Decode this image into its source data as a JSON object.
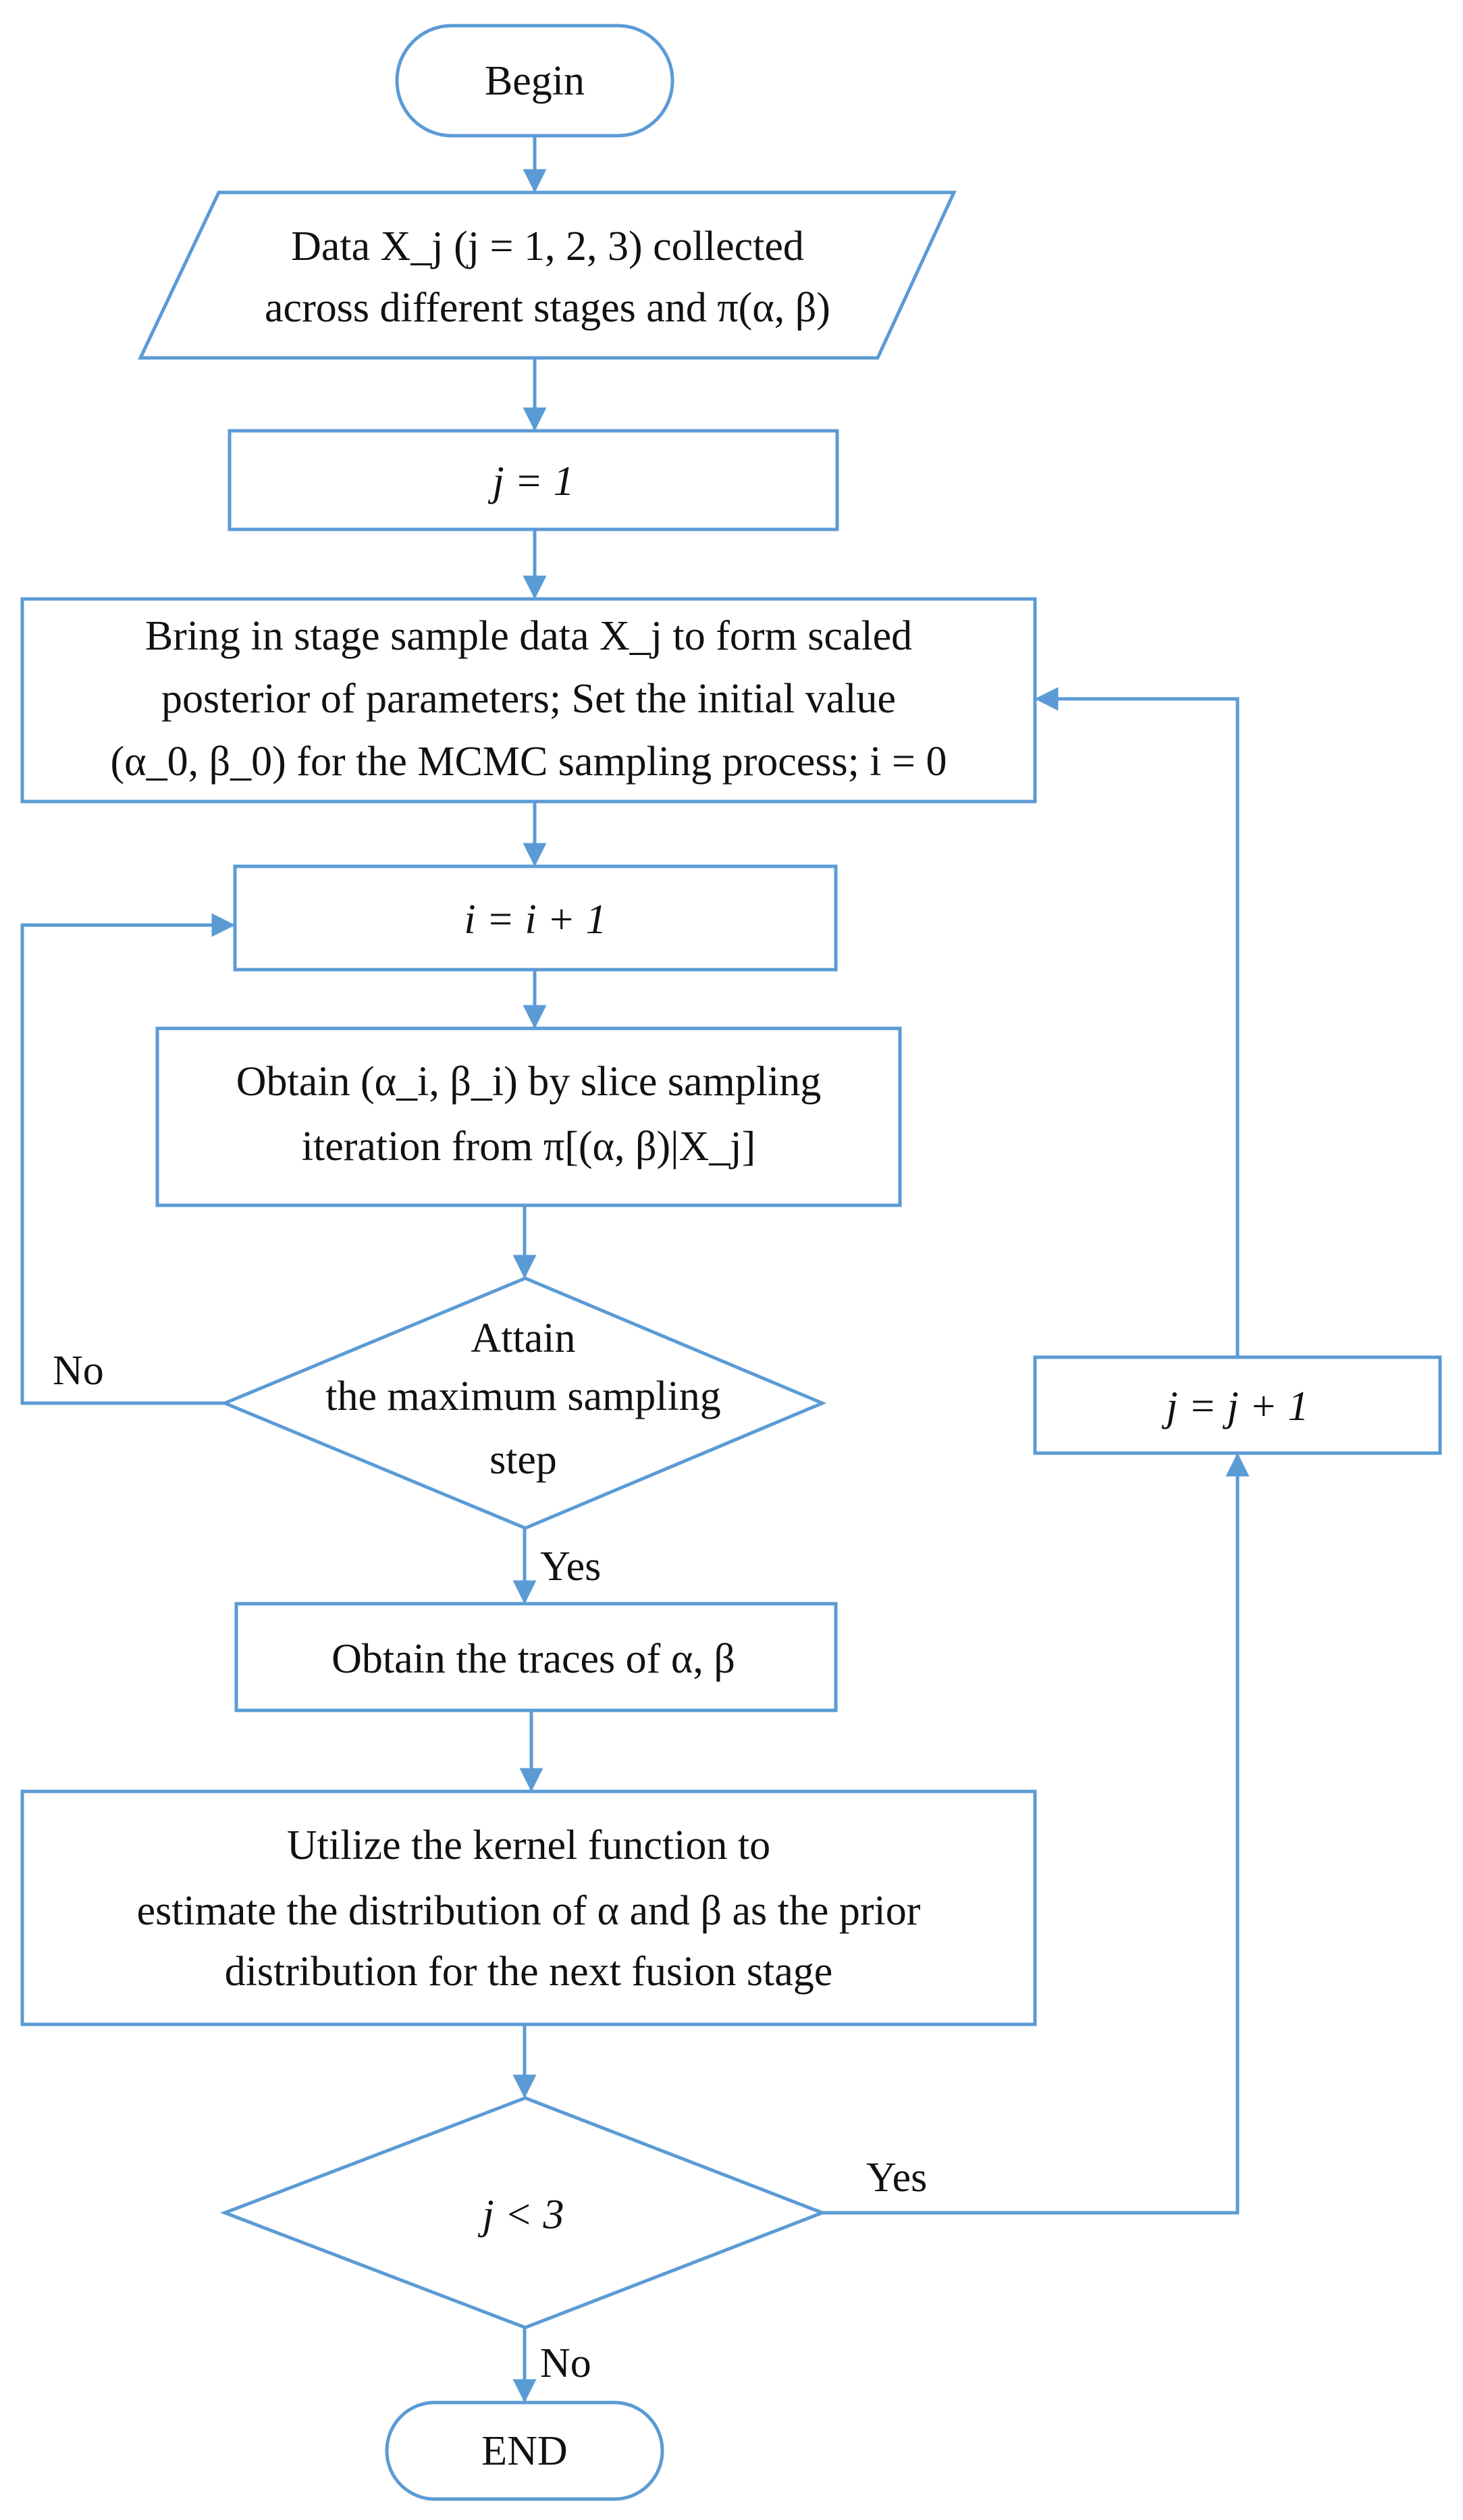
{
  "colors": {
    "stroke": "#5b9bd5",
    "text": "#111111",
    "background": "#ffffff"
  },
  "nodes": {
    "begin": "Begin",
    "input": {
      "line1": "Data X_j (j = 1, 2, 3) collected",
      "line2": "across different stages and π(α, β)"
    },
    "init_j": "j = 1",
    "stage": {
      "line1": "Bring in stage sample data X_j to form scaled",
      "line2": "posterior of parameters; Set the initial value",
      "line3": "(α_0, β_0) for the MCMC sampling process; i = 0"
    },
    "incr_i": "i = i + 1",
    "slice": {
      "line1": "Obtain (α_i, β_i) by slice sampling",
      "line2": "iteration from π[(α, β)|X_j]"
    },
    "check_max": {
      "line1": "Attain",
      "line2": "the maximum sampling",
      "line3": "step"
    },
    "traces": "Obtain the traces of α, β",
    "kernel": {
      "line1": "Utilize the kernel function to",
      "line2": "estimate the distribution of α and β as the prior",
      "line3": "distribution for the next fusion stage"
    },
    "check_j": "j < 3",
    "incr_j": "j = j + 1",
    "end": "END"
  },
  "edge_labels": {
    "max_no": "No",
    "max_yes": "Yes",
    "j_yes": "Yes",
    "j_no": "No"
  }
}
